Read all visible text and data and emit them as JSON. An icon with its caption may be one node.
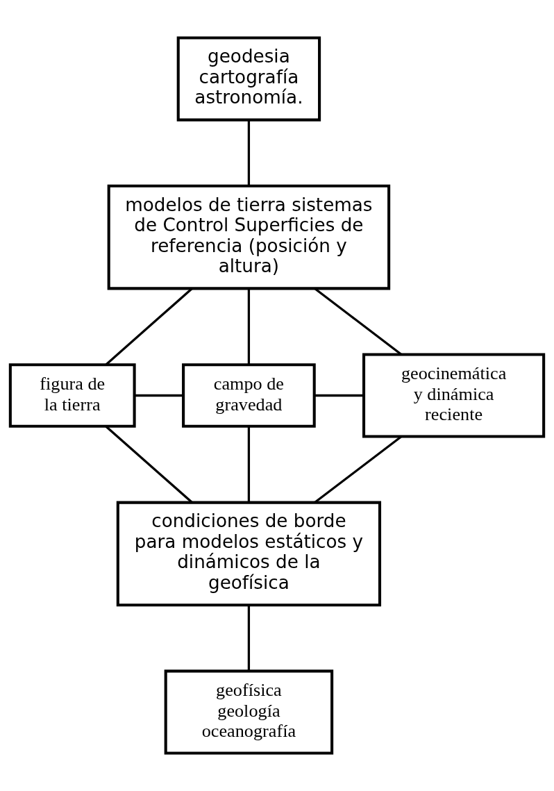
{
  "diagram": {
    "nodes": [
      {
        "text": [
          "geodesia cartografía astronomía."
        ]
      },
      {
        "text": [
          "modelos de tierra sistemas de Control Superficies de referencia (posición y altura)"
        ]
      },
      {
        "text": [
          "figura de la tierra"
        ]
      },
      {
        "text": [
          "campo de gravedad"
        ]
      },
      {
        "text": [
          "geocinemática y dinámica reciente"
        ]
      },
      {
        "text": [
          "condiciones de borde para modelos estáticos y dinámicos de la geofísica"
        ]
      },
      {
        "text": [
          "geofísica geología oceanografía"
        ]
      }
    ],
    "edges": [
      {
        "from": 0,
        "to": 1,
        "arrow": "none"
      },
      {
        "from": 1,
        "to": 2,
        "arrow": "none"
      },
      {
        "from": 1,
        "to": 3,
        "arrow": "none"
      },
      {
        "from": 1,
        "to": 4,
        "arrow": "none"
      },
      {
        "from": 2,
        "to": 3,
        "arrow": "none"
      },
      {
        "from": 3,
        "to": 4,
        "arrow": "none"
      },
      {
        "from": 2,
        "to": 5,
        "arrow": "none"
      },
      {
        "from": 3,
        "to": 5,
        "arrow": "none"
      },
      {
        "from": 4,
        "to": 5,
        "arrow": "none"
      },
      {
        "from": 5,
        "to": 6,
        "arrow": "none"
      }
    ]
  }
}
